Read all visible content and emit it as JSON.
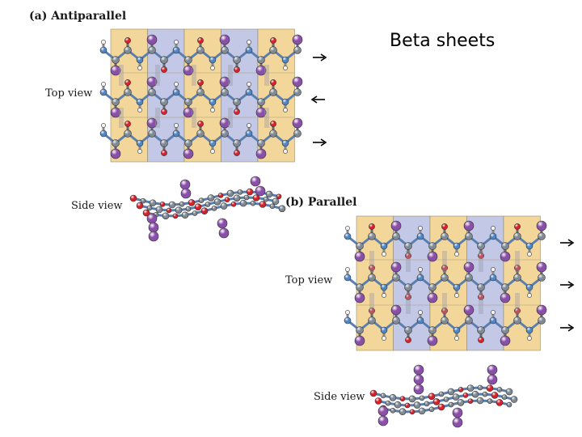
{
  "slide": {
    "title": "Beta sheets"
  },
  "panel_a": {
    "title": "(a) Antiparallel",
    "top_view": "Top view",
    "side_view": "Side view"
  },
  "panel_b": {
    "title": "(b) Parallel",
    "top_view": "Top view",
    "side_view": "Side view"
  },
  "strand_directions": {
    "antiparallel": [
      "right",
      "left",
      "right"
    ],
    "parallel": [
      "right",
      "right",
      "right"
    ]
  },
  "atom_colors": {
    "carbon": "#7f8a95",
    "oxygen": "#d8202a",
    "nitrogen": "#4f86c6",
    "hydrogen": "#f4f4f4",
    "side_chain": "#8a4fa8"
  },
  "sheet_colors": {
    "pleat_yellow": "#f3d79a",
    "pleat_blue": "#c2c8e6"
  }
}
